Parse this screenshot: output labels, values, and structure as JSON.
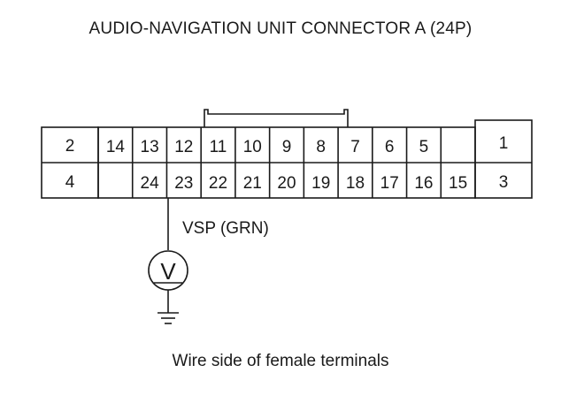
{
  "title": "AUDIO-NAVIGATION UNIT CONNECTOR A (24P)",
  "caption": "Wire side of female terminals",
  "connector": {
    "side_left": [
      "2",
      "4"
    ],
    "side_right": [
      "1",
      "3"
    ],
    "row_top": [
      "14",
      "13",
      "12",
      "11",
      "10",
      "9",
      "8",
      "7",
      "6",
      "5",
      ""
    ],
    "row_bottom": [
      "",
      "24",
      "23",
      "22",
      "21",
      "20",
      "19",
      "18",
      "17",
      "16",
      "15"
    ]
  },
  "probe": {
    "terminal": "23",
    "label": "VSP (GRN)",
    "meter_symbol": "V",
    "meter_icon": "voltmeter-icon",
    "ground_icon": "ground-icon"
  }
}
